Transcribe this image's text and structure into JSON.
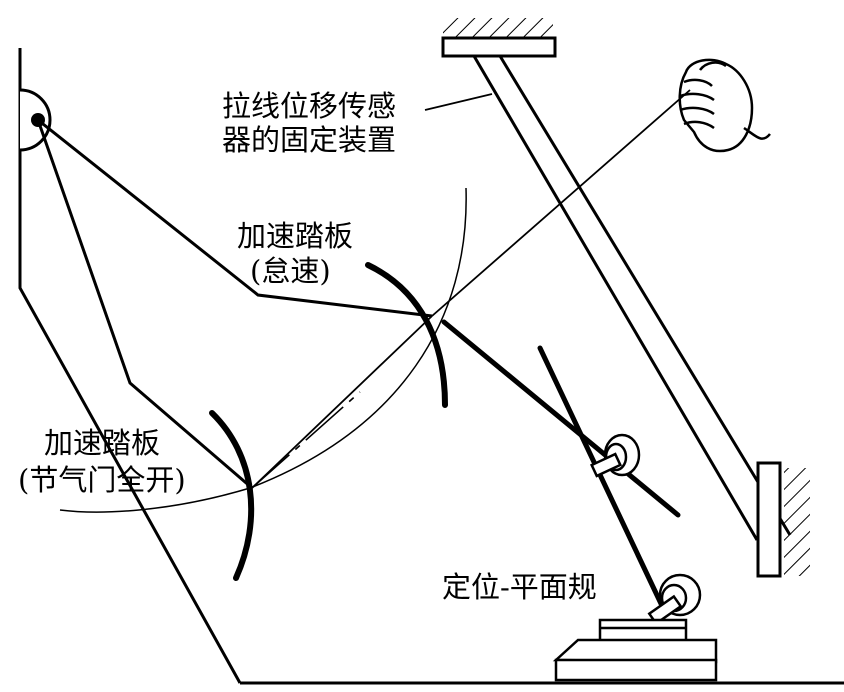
{
  "labels": {
    "sensor_mount_line1": "拉线位移传感",
    "sensor_mount_line2": "器的固定装置",
    "pedal_idle_line1": "加速踏板",
    "pedal_idle_line2": "(怠速)",
    "pedal_full_line1": "加速踏板",
    "pedal_full_line2": "(节气门全开)",
    "gauge": "定位-平面规"
  },
  "colors": {
    "ink": "#000000",
    "paper": "#ffffff"
  }
}
